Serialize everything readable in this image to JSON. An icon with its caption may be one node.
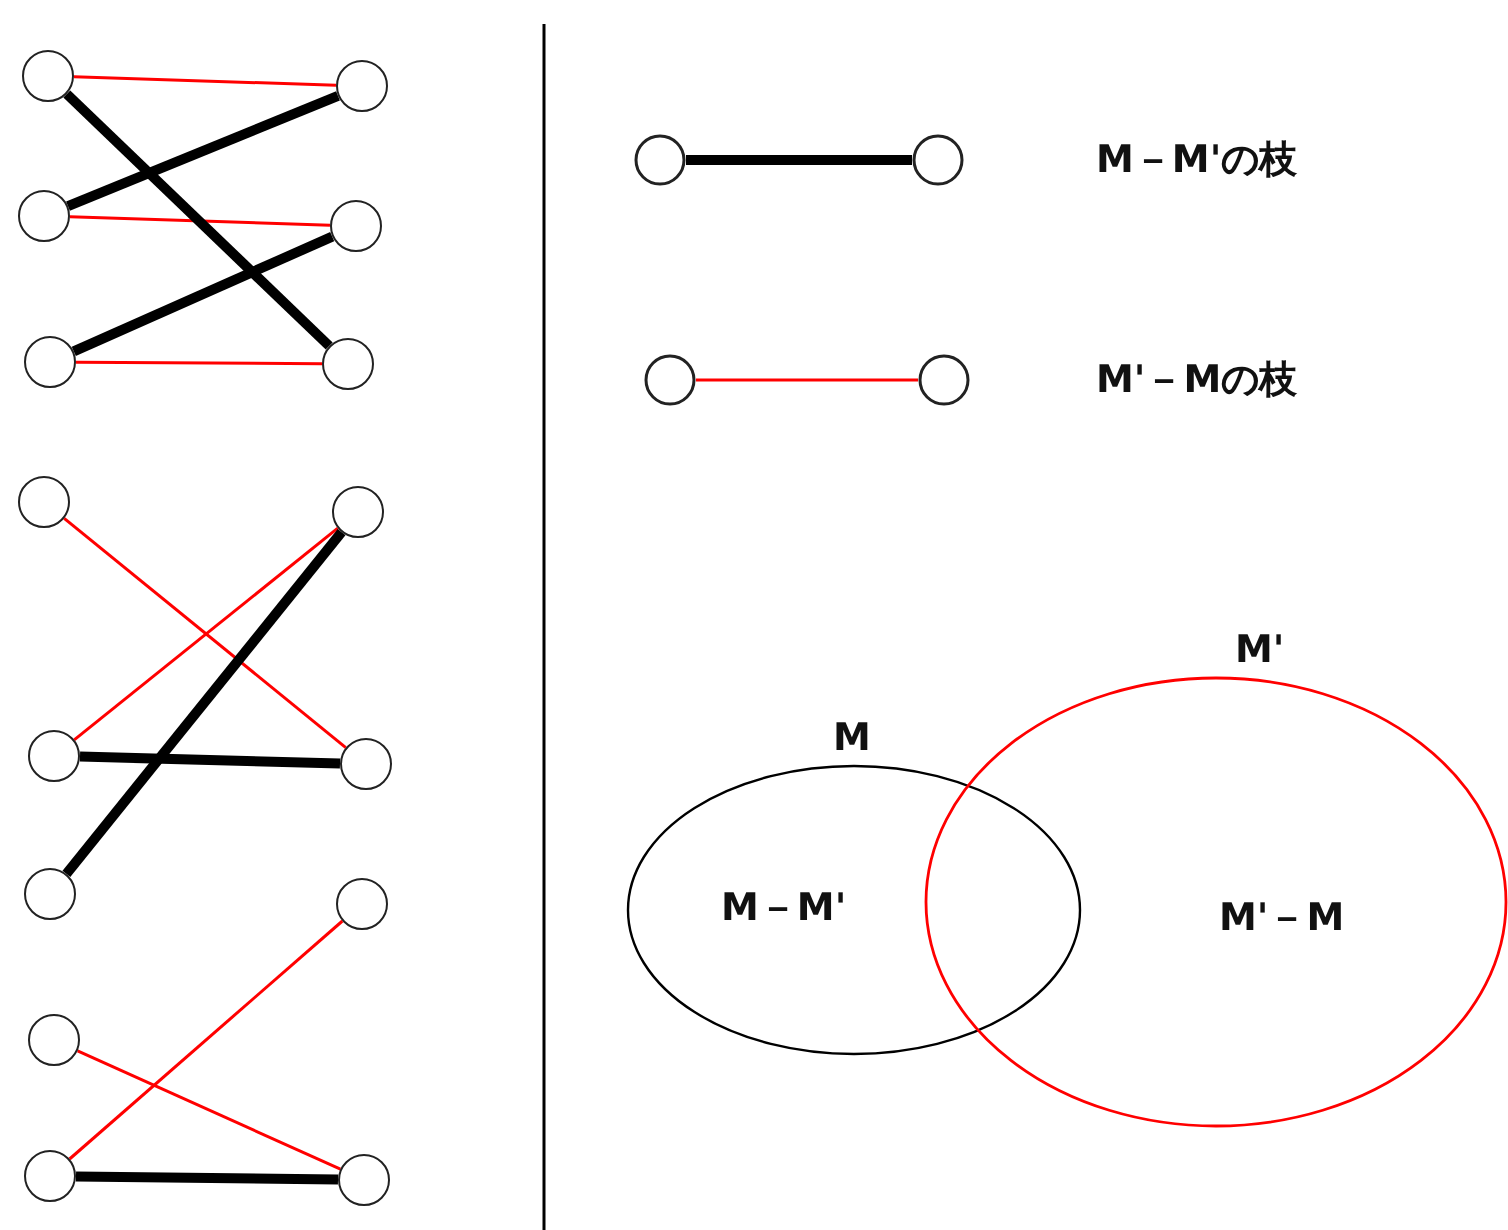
{
  "diagram": {
    "nodes": [
      {
        "text": [],
        "shape": "circle"
      },
      {
        "text": [],
        "shape": "circle"
      },
      {
        "text": [],
        "shape": "circle"
      },
      {
        "text": [],
        "shape": "circle"
      },
      {
        "text": [],
        "shape": "circle"
      },
      {
        "text": [],
        "shape": "circle"
      },
      {
        "text": [],
        "shape": "circle"
      },
      {
        "text": [],
        "shape": "circle"
      },
      {
        "text": [],
        "shape": "circle"
      },
      {
        "text": [],
        "shape": "circle"
      },
      {
        "text": [],
        "shape": "circle"
      },
      {
        "text": [],
        "shape": "circle"
      },
      {
        "text": [],
        "shape": "circle"
      },
      {
        "text": [],
        "shape": "circle"
      },
      {
        "text": [],
        "shape": "circle"
      },
      {
        "text": [
          "M",
          "M－M'"
        ]
      },
      {
        "text": [
          "M'",
          "M'－M"
        ]
      }
    ],
    "edges": [
      {
        "from": 0,
        "to": 8,
        "arrow": "none"
      },
      {
        "from": 1,
        "to": 9,
        "arrow": "none"
      },
      {
        "from": 2,
        "to": 10,
        "arrow": "none"
      },
      {
        "from": 0,
        "to": 10,
        "arrow": "none",
        "style": "thick",
        "color": "#000000"
      },
      {
        "from": 1,
        "to": 8,
        "arrow": "none",
        "style": "thick",
        "color": "#000000"
      },
      {
        "from": 2,
        "to": 9,
        "arrow": "none",
        "style": "thick",
        "color": "#000000"
      },
      {
        "from": 3,
        "to": 12,
        "arrow": "none"
      },
      {
        "from": 4,
        "to": 11,
        "arrow": "none"
      },
      {
        "from": 4,
        "to": 12,
        "arrow": "none",
        "style": "thick",
        "color": "#000000"
      },
      {
        "from": 5,
        "to": 11,
        "arrow": "none",
        "style": "thick",
        "color": "#000000"
      },
      {
        "from": 6,
        "to": 14,
        "arrow": "none"
      },
      {
        "from": 7,
        "to": 13,
        "arrow": "none"
      },
      {
        "from": 7,
        "to": 14,
        "arrow": "none",
        "style": "thick",
        "color": "#000000"
      }
    ],
    "legend": [
      {
        "text": "M－M'の枝"
      },
      {
        "text": "M'－Mの枝"
      }
    ]
  }
}
